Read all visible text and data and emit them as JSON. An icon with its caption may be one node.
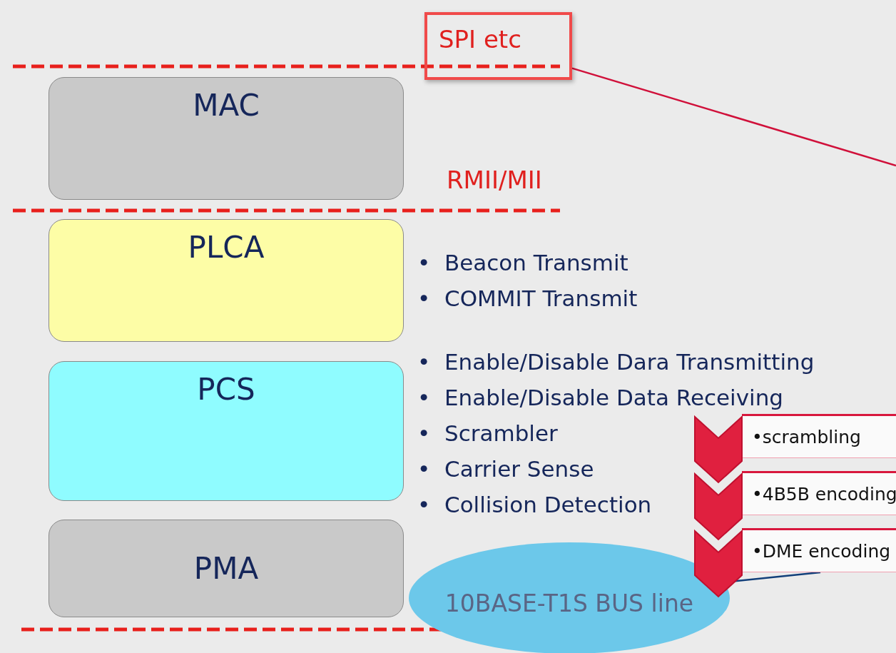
{
  "diagram": {
    "nodes": [
      {
        "text": [
          "SPI etc"
        ]
      },
      {
        "text": [
          "MAC"
        ]
      },
      {
        "text": [
          "PLCA"
        ],
        "beside": [
          "•  Beacon Transmit",
          "•  COMMIT Transmit"
        ]
      },
      {
        "text": [
          "PCS"
        ],
        "beside": [
          "•  Enable/Disable Dara Transmitting",
          "•  Enable/Disable Data Receiving",
          "•  Scrambler",
          "•  Carrier Sense",
          "•  Collision Detection"
        ]
      },
      {
        "text": [
          "PMA"
        ]
      },
      {
        "text": [
          "•scrambling"
        ]
      },
      {
        "text": [
          "•4B5B encoding"
        ]
      },
      {
        "text": [
          "•DME encoding"
        ]
      },
      {
        "text": [
          "10BASE-T1S BUS line"
        ]
      }
    ],
    "edges": [
      {
        "from": 0,
        "to": null,
        "arrow": "none",
        "color": "#d0103a"
      },
      {
        "from": 8,
        "to": 7,
        "arrow": "none",
        "color": "#123f7a"
      }
    ],
    "labels": [
      "RMII/MII"
    ]
  }
}
